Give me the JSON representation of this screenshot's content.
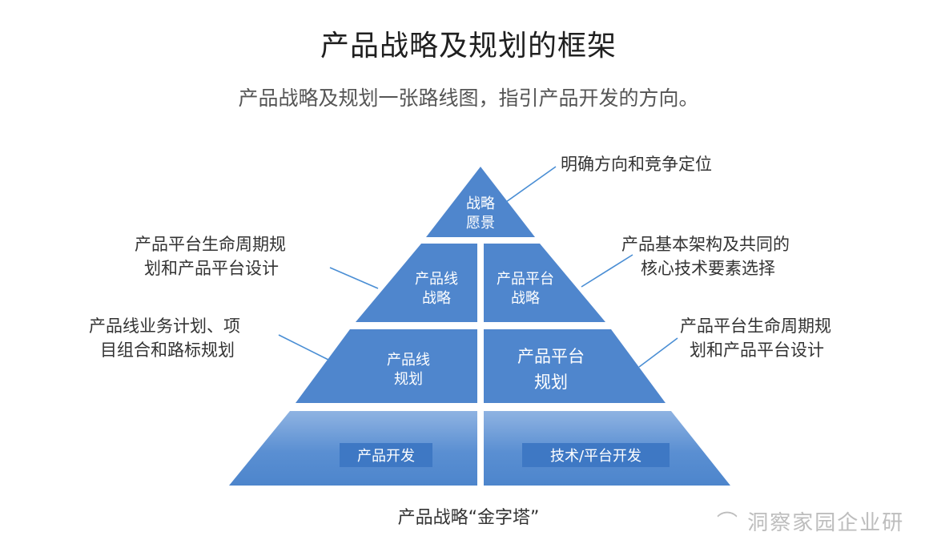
{
  "title": "产品战略及规划的框架",
  "subtitle": "产品战略及规划一张路线图，指引产品开发的方向。",
  "pyramid": {
    "tier1": {
      "line1": "战略",
      "line2": "愿景"
    },
    "tier2_left": {
      "line1": "产品线",
      "line2": "战略"
    },
    "tier2_right": {
      "line1": "产品平台",
      "line2": "战略"
    },
    "tier3_left": {
      "line1": "产品线",
      "line2": "规划"
    },
    "tier3_right": {
      "line1": "产品平台",
      "line2": "规划"
    },
    "tier4_left": "产品开发",
    "tier4_right": "技术/平台开发"
  },
  "callouts": {
    "top_right": "明确方向和竞争定位",
    "mid_left_1": "产品平台生命周期规",
    "mid_left_2": "划和产品平台设计",
    "mid_right_1": "产品基本架构及共同的",
    "mid_right_2": "核心技术要素选择",
    "low_left_1": "产品线业务计划、项",
    "low_left_2": "目组合和路标规划",
    "low_right_1": "产品平台生命周期规",
    "low_right_2": "划和产品平台设计"
  },
  "caption": "产品战略“金字塔”",
  "watermark": "⌒ 洞察家园企业研",
  "colors": {
    "tier": "#4f86cd",
    "tier_bottom_top": "#8fb3e2",
    "tier_bottom": "#4d85cc",
    "label_box": "#3e78c4",
    "leader": "#4a8ed4"
  }
}
